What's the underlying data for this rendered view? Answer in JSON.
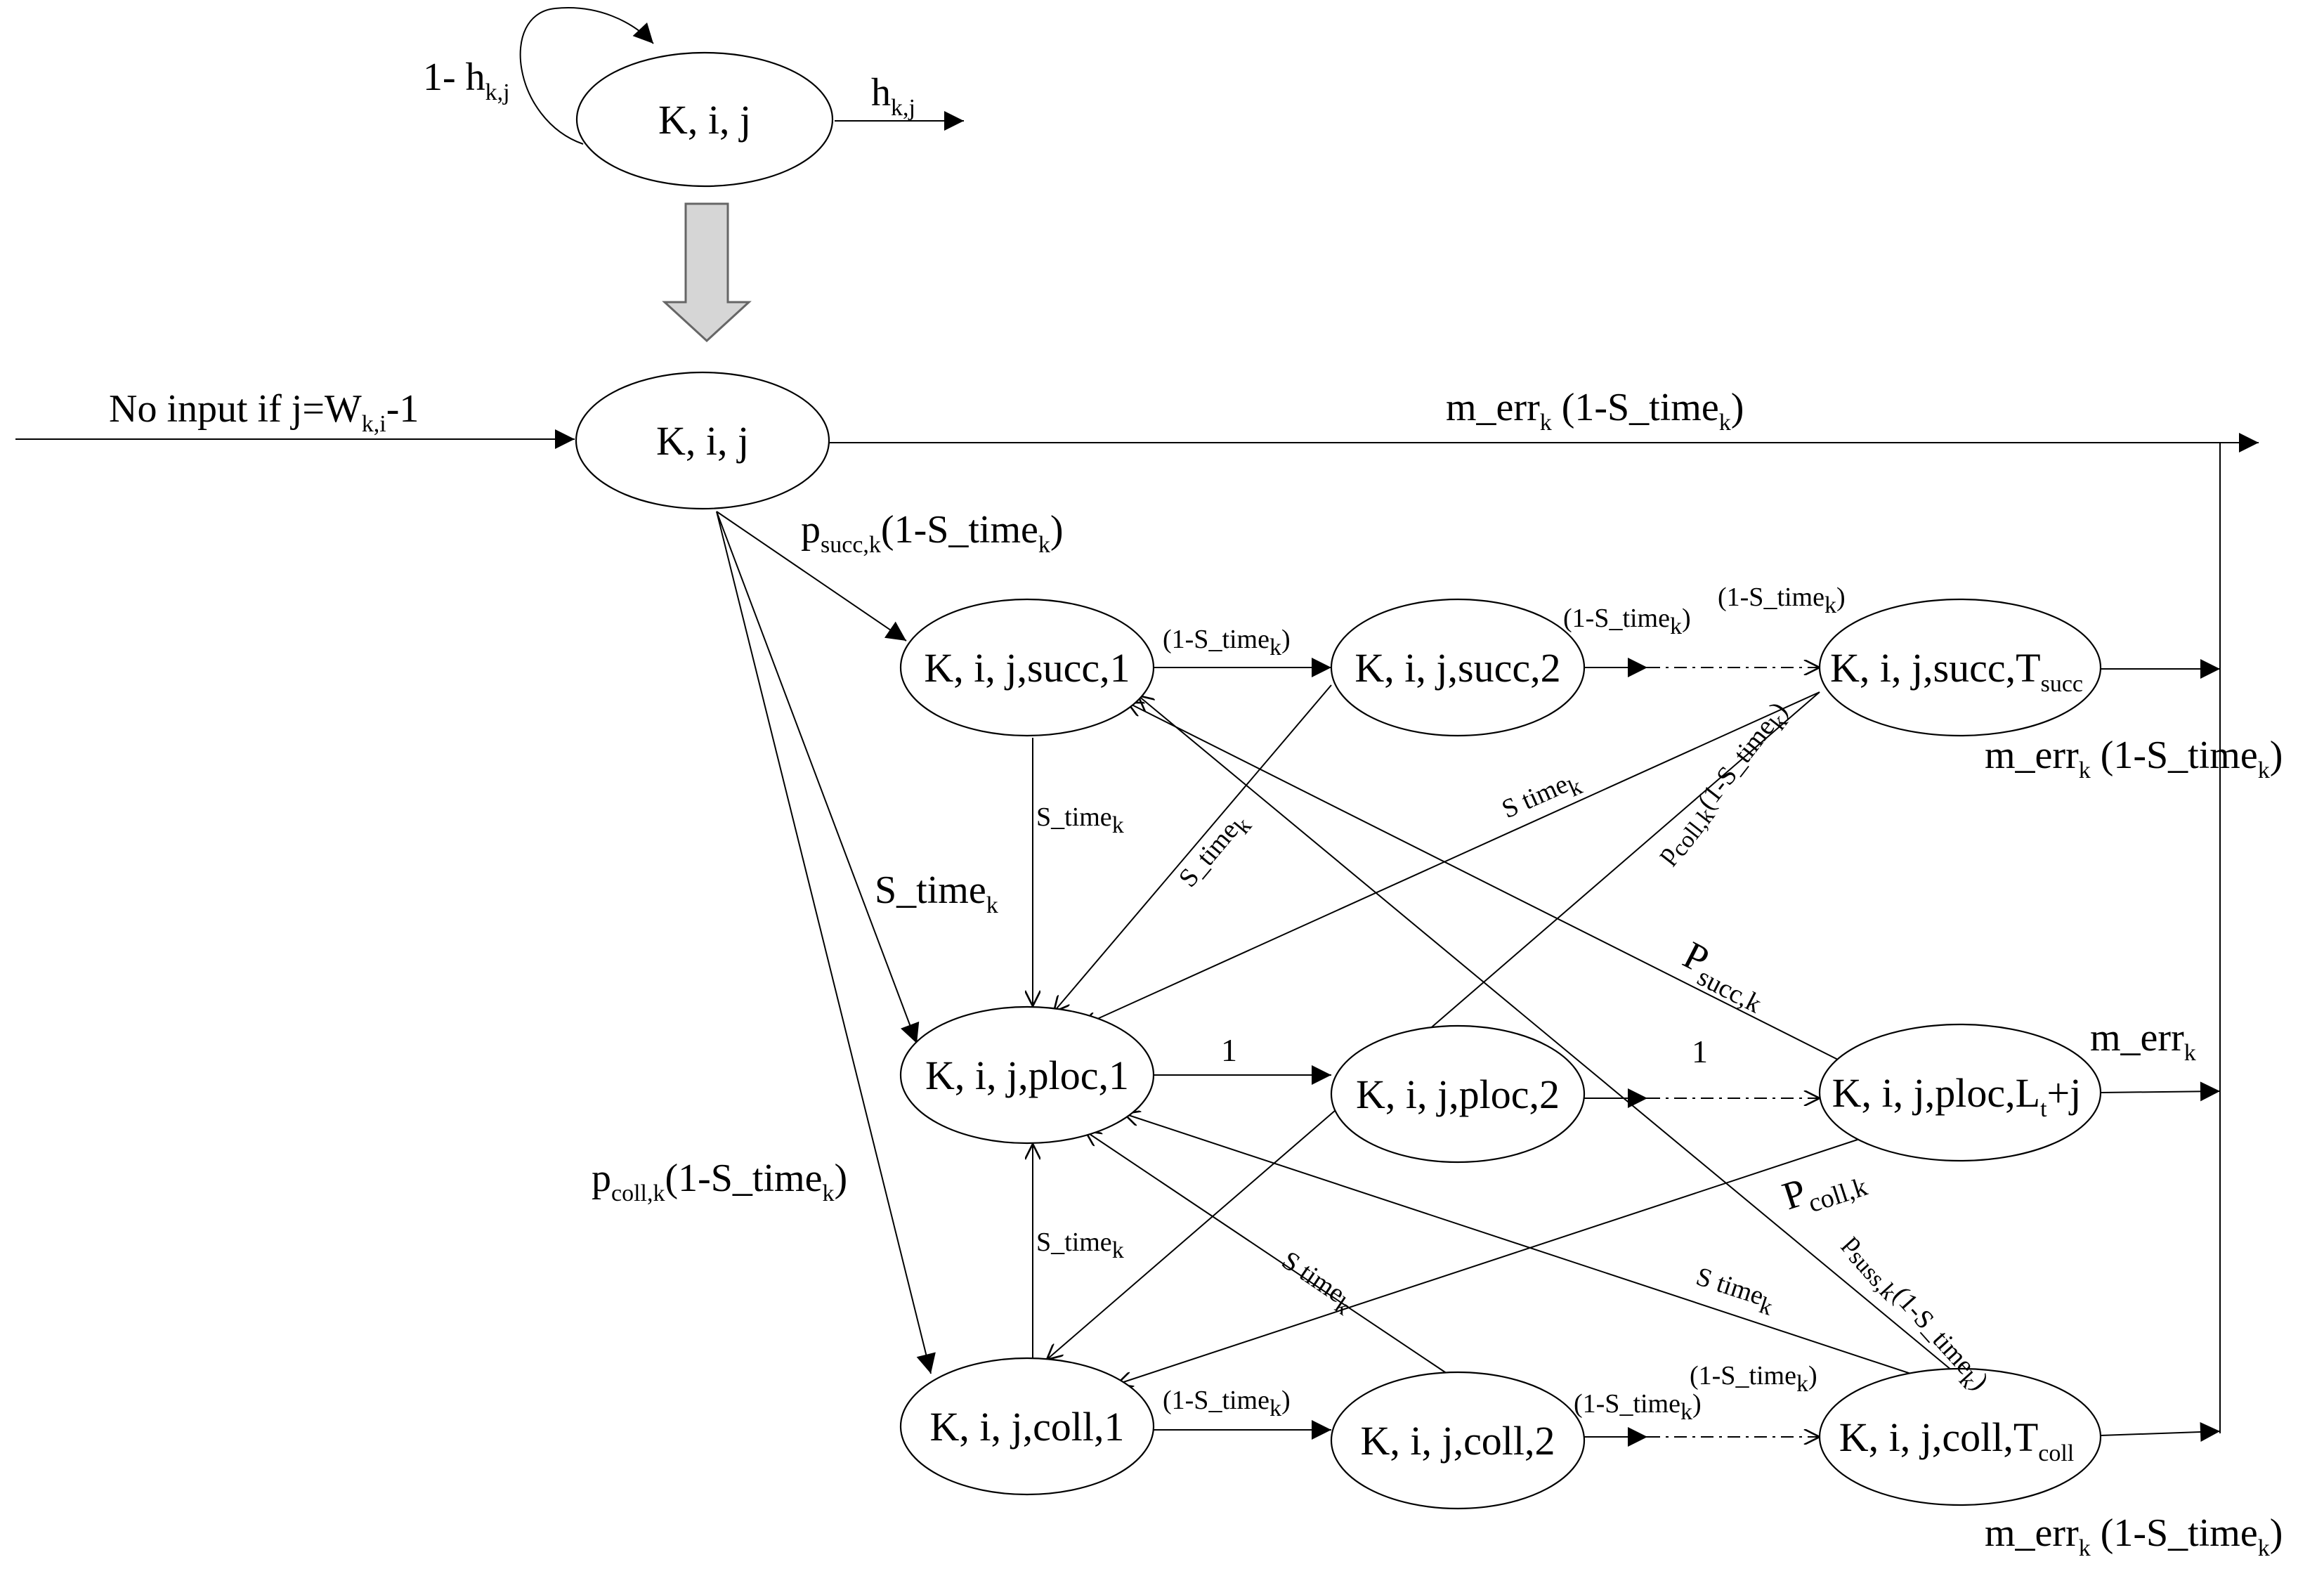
{
  "top_node": {
    "label": "K, i, j"
  },
  "top_self_loop_label": {
    "main": "1- h",
    "sub": "k,j"
  },
  "top_exit_label": {
    "main": "h",
    "sub": "k,j"
  },
  "input_label": {
    "p1": "No input if j=W",
    "sub": "k,i",
    "p2": "-1"
  },
  "main_node": {
    "label": "K, i, j"
  },
  "succ_nodes": [
    {
      "label": "K, i, j,succ,1"
    },
    {
      "label": "K, i, j,succ,2"
    },
    {
      "label": "K, i, j,succ,T",
      "sub": "succ"
    }
  ],
  "ploc_nodes": [
    {
      "label": "K, i, j,ploc,1"
    },
    {
      "label": "K, i, j,ploc,2"
    },
    {
      "label": "K, i, j,ploc,L",
      "sub": "t",
      "tail": "+j"
    }
  ],
  "coll_nodes": [
    {
      "label": "K, i, j,coll,1"
    },
    {
      "label": "K, i, j,coll,2"
    },
    {
      "label": "K, i, j,coll,T",
      "sub": "coll"
    }
  ],
  "edge_labels": {
    "m_err_top": {
      "p1": "m_err",
      "s1": "k",
      "p2": " (1-S_time",
      "s2": "k",
      "p3": ")"
    },
    "m_err_succ": {
      "p1": "m_err",
      "s1": "k",
      "p2": " (1-S_time",
      "s2": "k",
      "p3": ")"
    },
    "m_err_ploc": {
      "p1": "m_err",
      "s1": "k"
    },
    "m_err_coll": {
      "p1": "m_err",
      "s1": "k",
      "p2": " (1-S_time",
      "s2": "k",
      "p3": ")"
    },
    "p_succ_main": {
      "p1": "p",
      "s1": "succ,k",
      "p2": "(1-S_time",
      "s2": "k",
      "p3": ")"
    },
    "s_time_main": {
      "p1": "S_time",
      "s1": "k"
    },
    "p_coll_main": {
      "p1": "p",
      "s1": "coll,k",
      "p2": "(1-S_time",
      "s2": "k",
      "p3": ")"
    },
    "succ1_succ2": {
      "p1": "(1-S_time",
      "s1": "k",
      "p2": ")"
    },
    "succ2_dash_a": {
      "p1": "(1-S_time",
      "s1": "k",
      "p2": ")"
    },
    "succ2_dash_b": {
      "p1": "(1-S_time",
      "s1": "k",
      "p2": ")"
    },
    "succ1_ploc1": {
      "p1": "S_time",
      "s1": "k"
    },
    "succ2_ploc1": {
      "p1": "S_time",
      "s1": "k"
    },
    "succT_ploc1": {
      "p1": "S time",
      "s1": "k"
    },
    "succT_coll1": {
      "p1": "p",
      "s1": "coll,k",
      "p2": "(1-S_time",
      "s2": "k",
      "p3": ")"
    },
    "ploc1_ploc2": {
      "p1": "1"
    },
    "ploc2_plocL": {
      "p1": "1"
    },
    "plocL_succ1": {
      "p1": "P",
      "s1": "succ,k"
    },
    "plocL_coll1": {
      "p1": "P",
      "s1": "coll,k"
    },
    "coll1_ploc1": {
      "p1": "S_time",
      "s1": "k"
    },
    "coll2_ploc1": {
      "p1": "S time",
      "s1": "k"
    },
    "collT_ploc1": {
      "p1": "S time",
      "s1": "k"
    },
    "collT_succ1": {
      "p1": "p",
      "s1": "suss,k",
      "p2": "(1-S_time",
      "s2": "k",
      "p3": ")"
    },
    "coll1_coll2": {
      "p1": "(1-S_time",
      "s1": "k",
      "p2": ")"
    },
    "coll2_dash_a": {
      "p1": "(1-S_time",
      "s1": "k",
      "p2": ")"
    },
    "coll2_dash_b": {
      "p1": "(1-S_time",
      "s1": "k",
      "p2": ")"
    }
  }
}
